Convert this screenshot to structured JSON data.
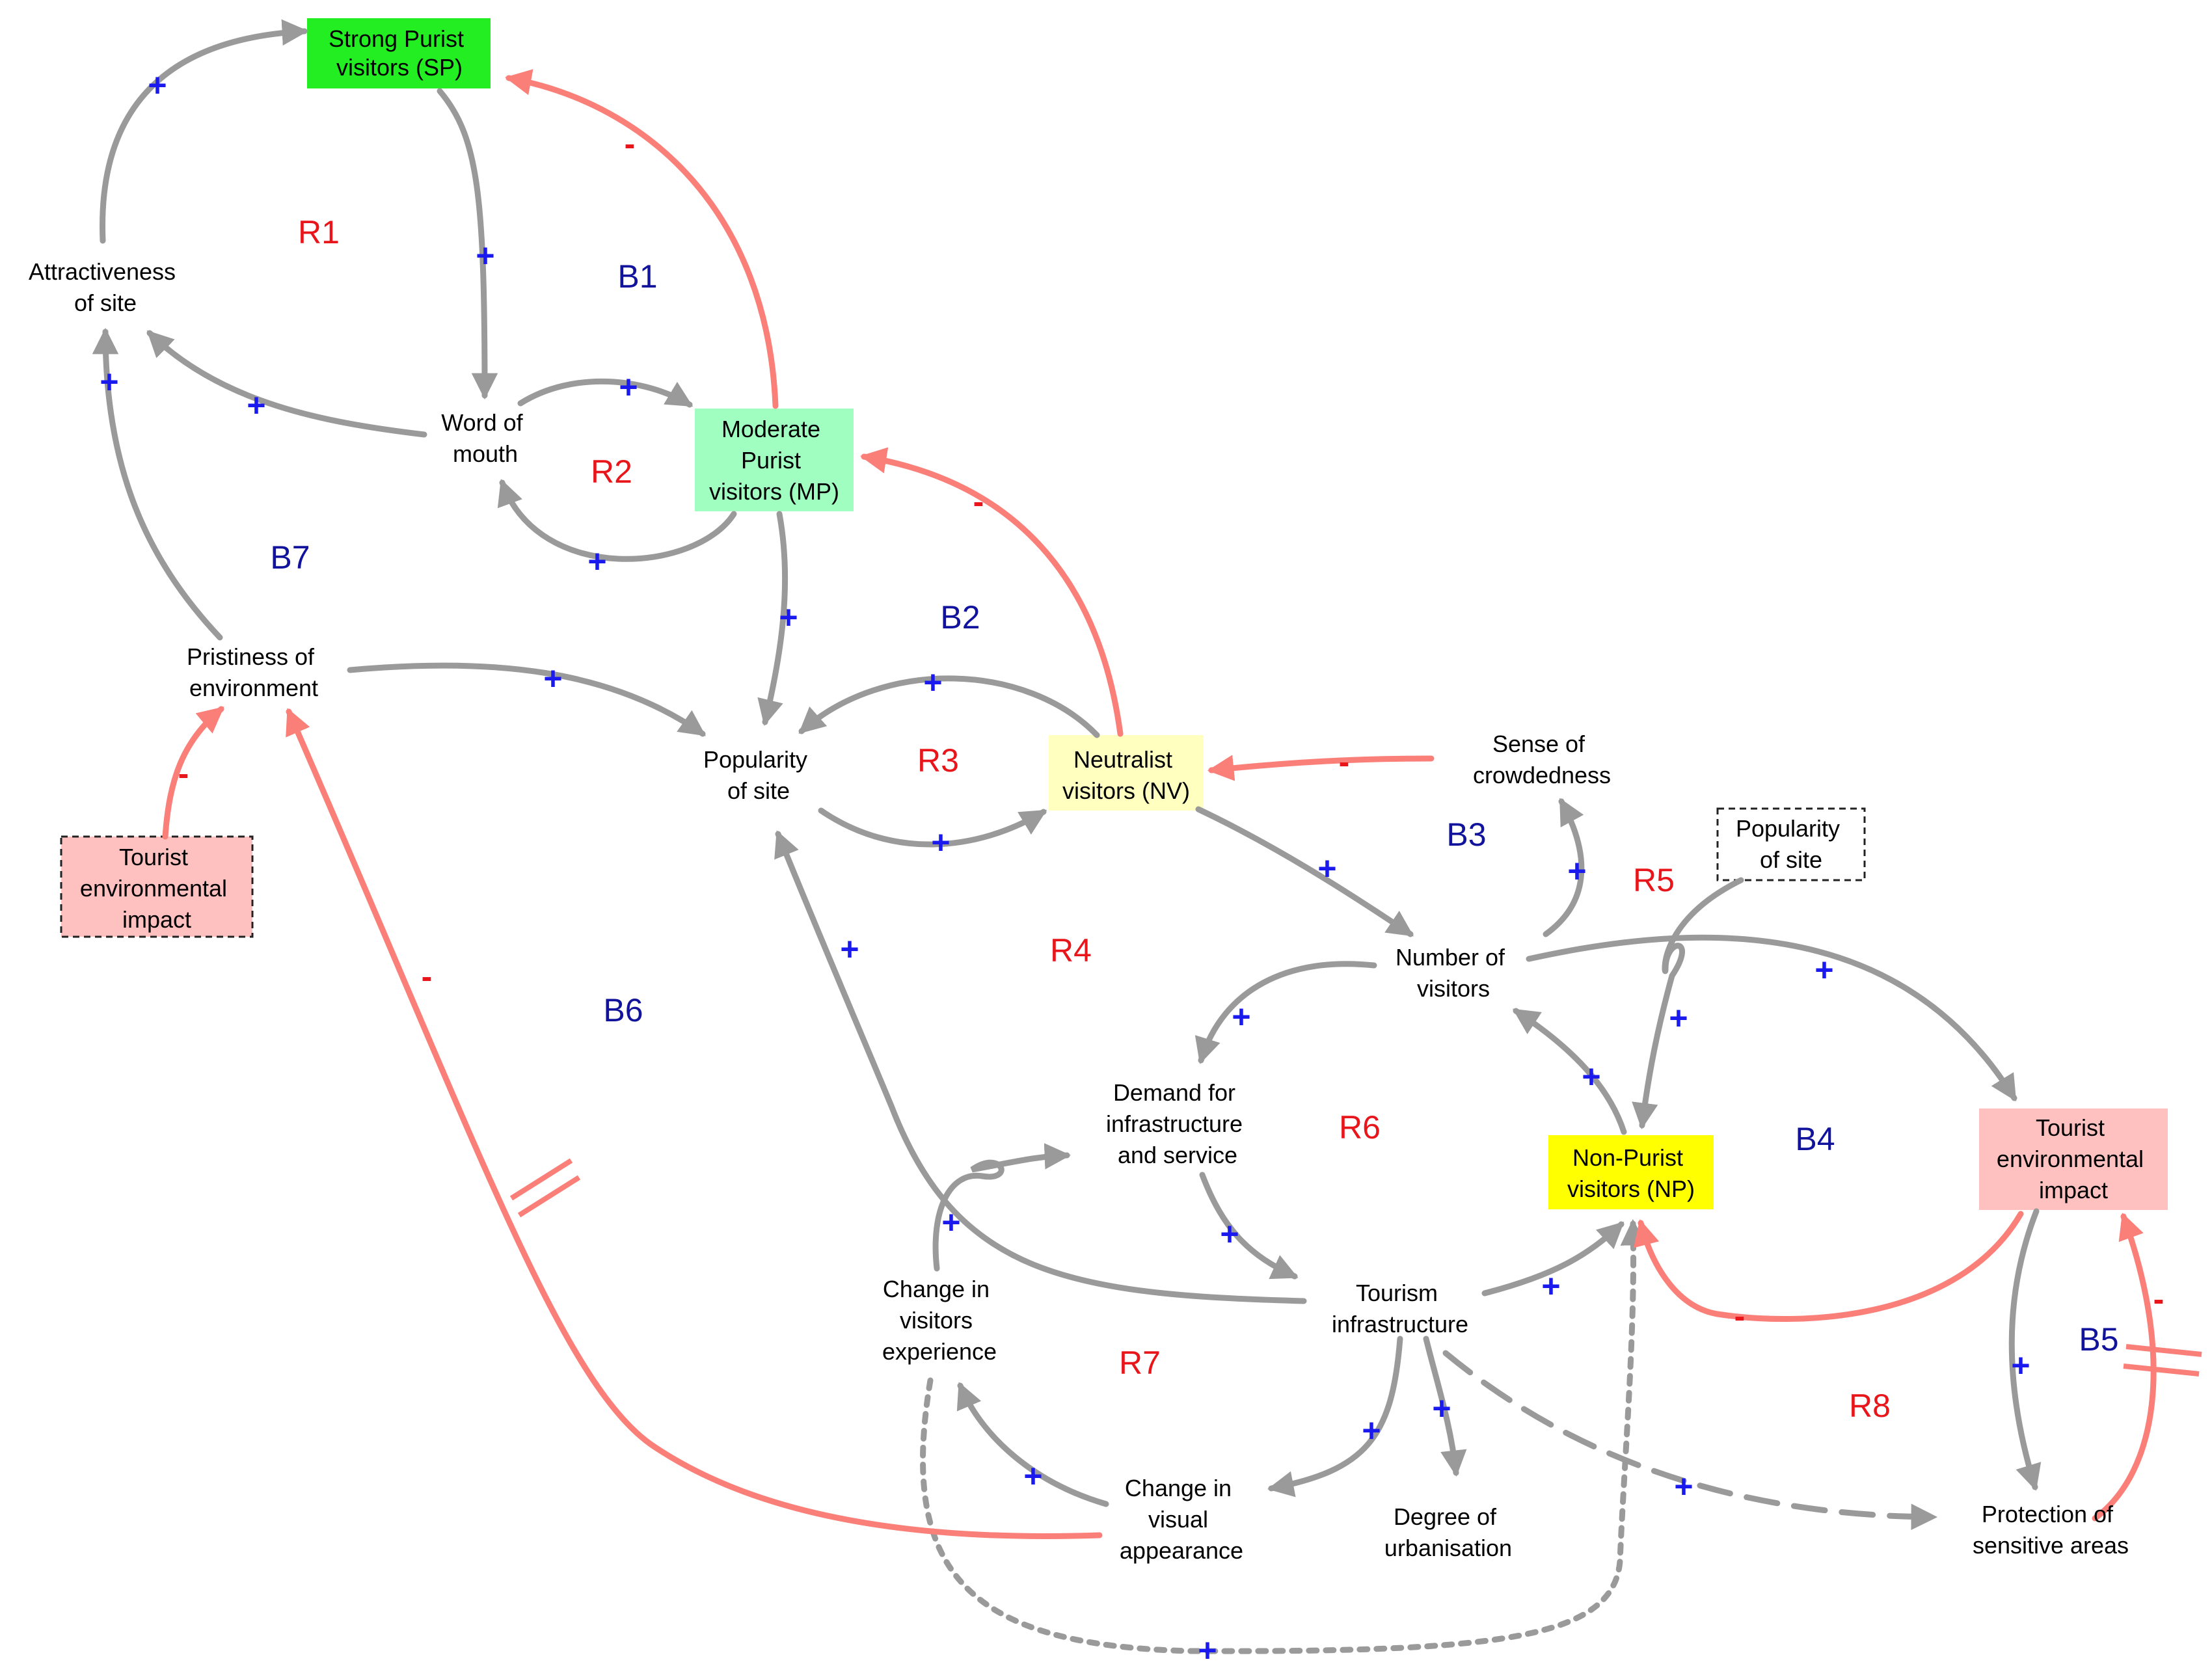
{
  "colors": {
    "positive_link": "#9a9a9a",
    "negative_link": "#fb7f79",
    "reinforcing_loop": "#e8161b",
    "balancing_loop": "#11139c",
    "plus_sign": "#1a1aee",
    "minus_sign": "#e8161b",
    "strong_purist_fill": "#22ee22",
    "moderate_purist_fill": "#a0ffc0",
    "neutralist_fill": "#ffffc0",
    "non_purist_fill": "#ffff00",
    "impact_fill": "#ffc0c0"
  },
  "nodes": {
    "strong_purist": [
      "Strong Purist",
      "visitors (SP)"
    ],
    "attractiveness": [
      "Attractiveness",
      "of site"
    ],
    "word_of_mouth": [
      "Word of",
      "mouth"
    ],
    "moderate_purist": [
      "Moderate",
      "Purist",
      "visitors (MP)"
    ],
    "pristiness": [
      "Pristiness of",
      "environment"
    ],
    "popularity": [
      "Popularity",
      "of site"
    ],
    "neutralist": [
      "Neutralist",
      "visitors (NV)"
    ],
    "sense_crowdedness": [
      "Sense of",
      "crowdedness"
    ],
    "popularity_ghost": [
      "Popularity",
      "of site"
    ],
    "impact_ghost": [
      "Tourist",
      "environmental",
      "impact"
    ],
    "number_visitors": [
      "Number of",
      "visitors"
    ],
    "demand": [
      "Demand for",
      "infrastructure",
      "and service"
    ],
    "non_purist": [
      "Non-Purist",
      "visitors (NP)"
    ],
    "impact": [
      "Tourist",
      "environmental",
      "impact"
    ],
    "change_experience": [
      "Change in",
      "visitors",
      "experience"
    ],
    "tourism_infra": [
      "Tourism",
      "infrastructure"
    ],
    "change_visual": [
      "Change in",
      "visual",
      "appearance"
    ],
    "urbanisation": [
      "Degree of",
      "urbanisation"
    ],
    "protection": [
      "Protection of",
      "sensitive areas"
    ]
  },
  "loops": {
    "R1": "R1",
    "R2": "R2",
    "R3": "R3",
    "R4": "R4",
    "R5": "R5",
    "R6": "R6",
    "R7": "R7",
    "R8": "R8",
    "B1": "B1",
    "B2": "B2",
    "B3": "B3",
    "B4": "B4",
    "B5": "B5",
    "B6": "B6",
    "B7": "B7"
  },
  "polarity": {
    "plus": "+",
    "minus": "-"
  }
}
